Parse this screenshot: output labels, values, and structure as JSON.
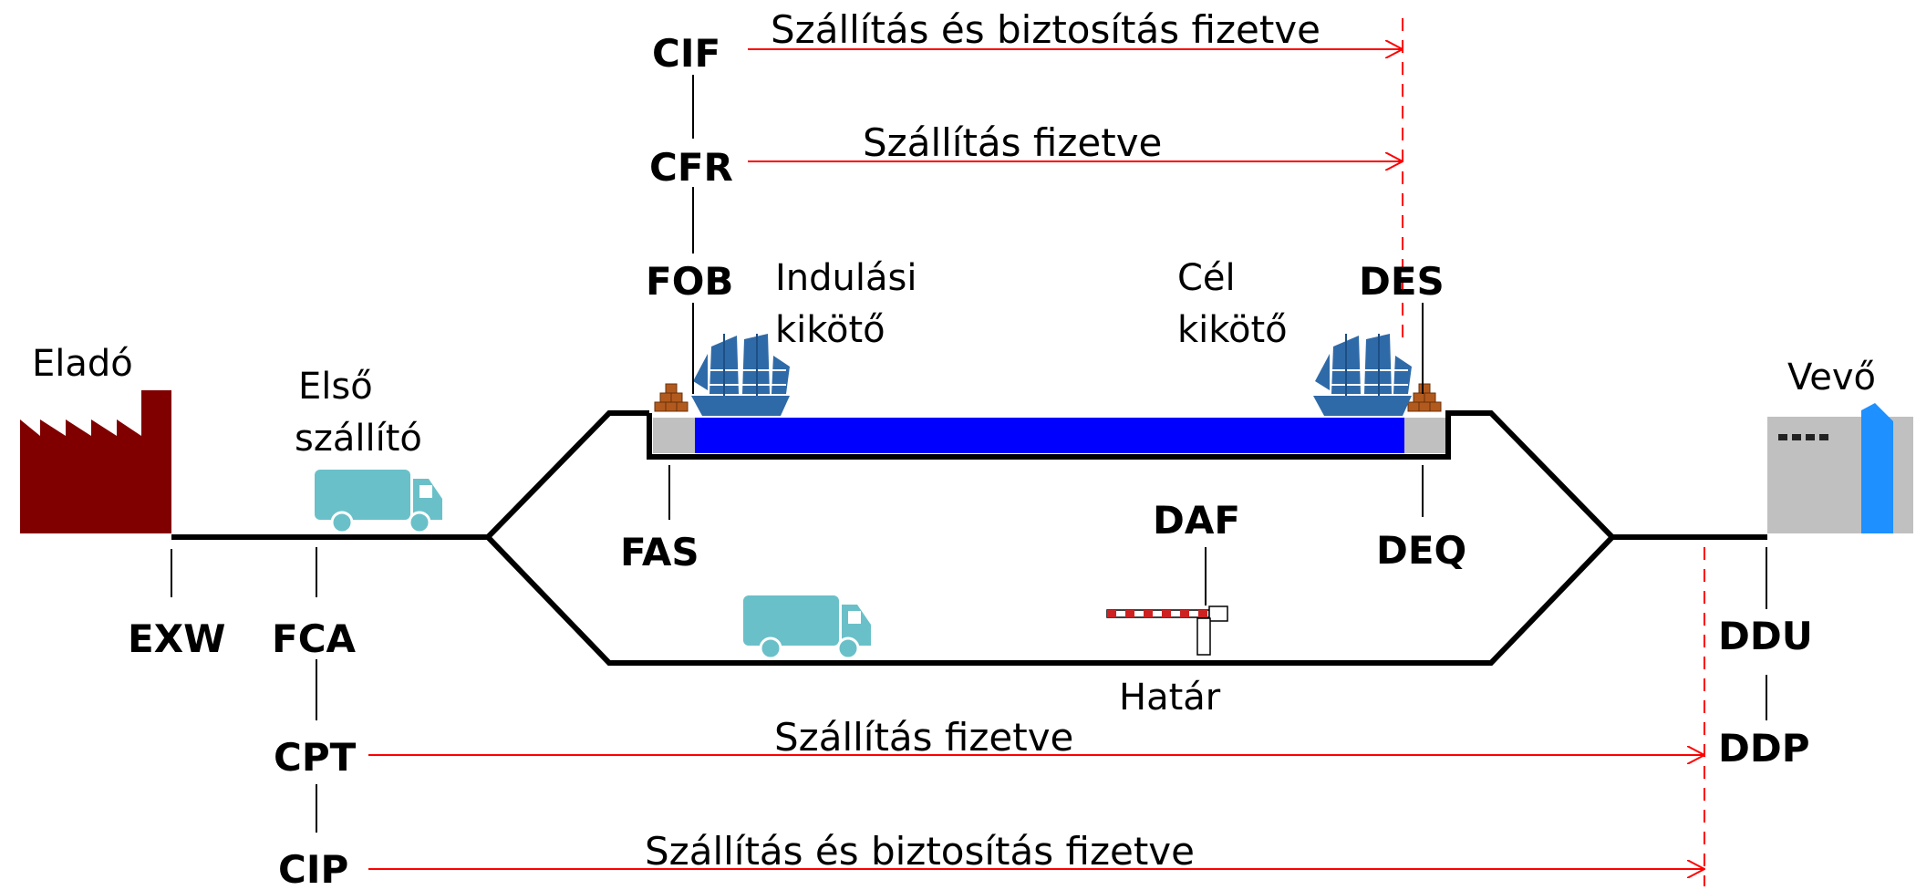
{
  "places": {
    "seller": "Eladó",
    "first_carrier": [
      "Első",
      "szállító"
    ],
    "departure_port": [
      "Indulási",
      "kikötő"
    ],
    "destination_port": [
      "Cél",
      "kikötő"
    ],
    "buyer": "Vevő",
    "border": "Határ"
  },
  "terms": {
    "exw": "EXW",
    "fca": "FCA",
    "cpt": "CPT",
    "cip": "CIP",
    "fas": "FAS",
    "fob": "FOB",
    "cfr": "CFR",
    "cif": "CIF",
    "des": "DES",
    "deq": "DEQ",
    "daf": "DAF",
    "ddu": "DDU",
    "ddp": "DDP"
  },
  "arrows": {
    "cif": "Szállítás és biztosítás fizetve",
    "cfr": "Szállítás fizetve",
    "cpt": "Szállítás fizetve",
    "cip": "Szállítás és biztosítás fizetve"
  },
  "colors": {
    "factory": "#800000",
    "truck": "#6ac0c8",
    "ship": "#2f6aa8",
    "sea": "#0000ff",
    "quay": "#c0c0c0",
    "arrow": "#ff0000",
    "cargo": "#b25a1e",
    "building_door": "#1e90ff"
  }
}
